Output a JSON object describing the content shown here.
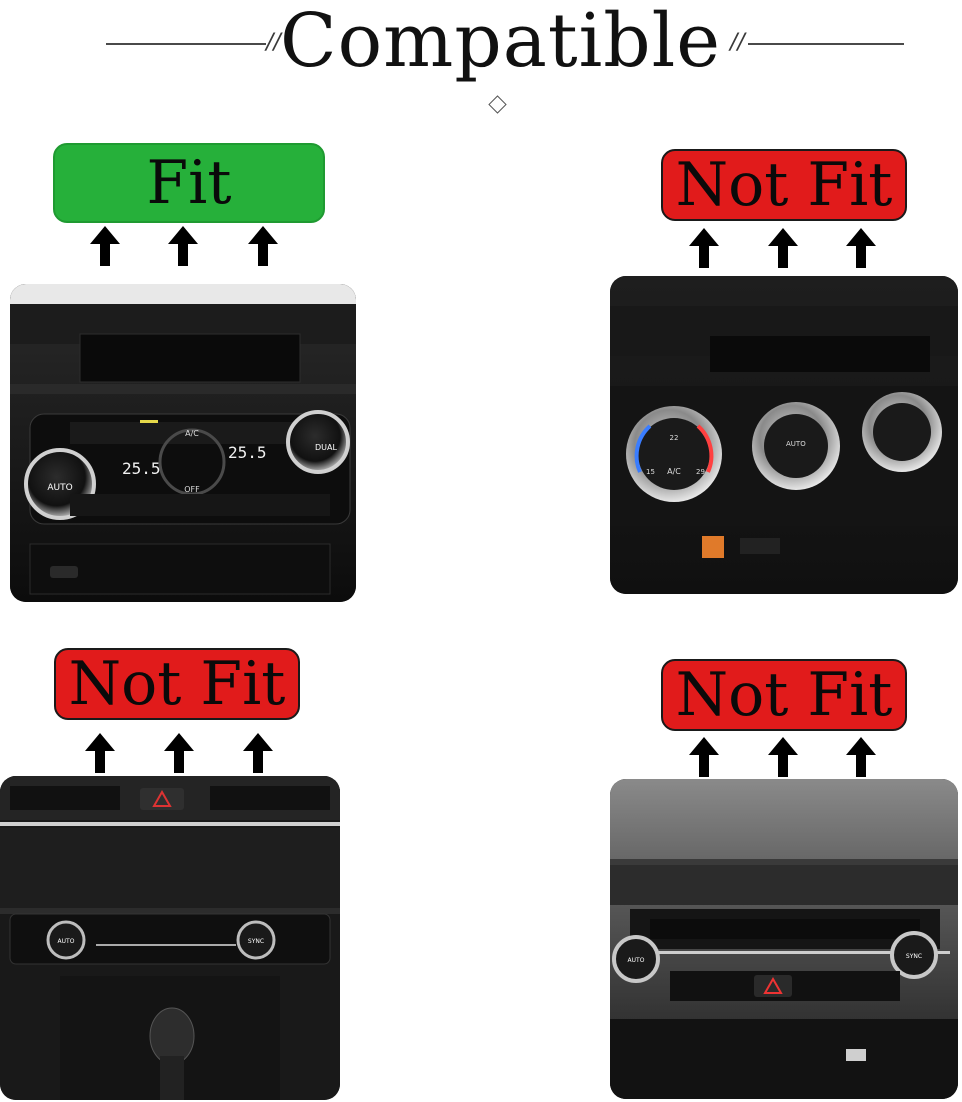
{
  "header": {
    "title": "Compatible"
  },
  "panels": [
    {
      "status": "Fit",
      "kind": "fit",
      "photo": "climate-control-panel-dual"
    },
    {
      "status": "Not Fit",
      "kind": "notfit",
      "photo": "climate-control-three-knobs"
    },
    {
      "status": "Not Fit",
      "kind": "notfit",
      "photo": "dashboard-center-console"
    },
    {
      "status": "Not Fit",
      "kind": "notfit",
      "photo": "climate-control-auto-sync"
    }
  ],
  "panel1_display": {
    "left_temp": "25.5",
    "right_temp": "25.5",
    "ac": "A/C",
    "off": "OFF",
    "auto": "AUTO",
    "dual": "DUAL"
  },
  "panel2_display": {
    "ac": "A/C",
    "auto": "AUTO",
    "t1": "22",
    "t2": "15",
    "t3": "29"
  },
  "panel3_display": {
    "auto": "AUTO",
    "sync": "SYNC"
  },
  "panel4_display": {
    "auto": "AUTO",
    "sync": "SYNC"
  },
  "colors": {
    "fit": "#26b03a",
    "notfit": "#e11b1b"
  }
}
